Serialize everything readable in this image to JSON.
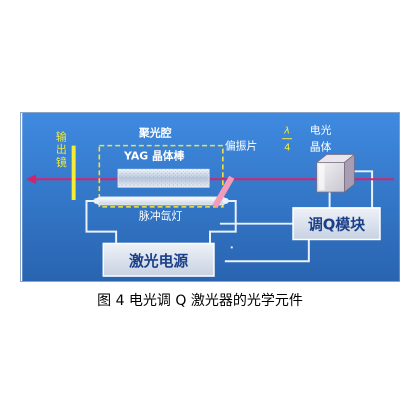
{
  "diagram": {
    "output_mirror_label": "输出镜",
    "cavity_label": "聚光腔",
    "rod_label": "YAG 晶体棒",
    "polarizer_label": "偏振片",
    "quarter_wave": {
      "numerator": "λ",
      "denominator": "4"
    },
    "eo_crystal_label_line1": "电光",
    "eo_crystal_label_line2": "晶体",
    "flashlamp_label": "脉冲氙灯",
    "q_module_label": "调Q模块",
    "laser_power_label": "激光电源"
  },
  "caption": "图 4 电光调 Q 激光器的光学元件",
  "colors": {
    "background_top": "#3d86d8",
    "background_bottom": "#2a64b0",
    "beam": "#d9206a",
    "mirror": "#f4ec35",
    "cavity_border": "#f4e23a",
    "label_white": "#ffffff",
    "box_fill": "#d8e0ec",
    "box_text": "#1a3f88"
  }
}
